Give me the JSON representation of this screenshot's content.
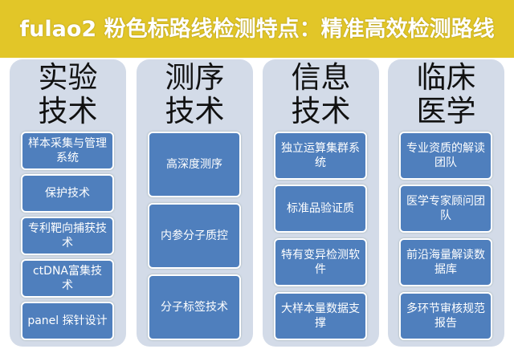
{
  "columns": [
    {
      "title": "实验\n技术",
      "items": [
        "样本采集与管理系统",
        "保护技术",
        "专利靶向捕获技术",
        "ctDNA富集技术",
        "panel 探针设计"
      ]
    },
    {
      "title": "测序\n技术",
      "items": [
        "高深度测序",
        "内参分子质控",
        "分子标签技术"
      ]
    },
    {
      "title": "信息\n技术",
      "items": [
        "独立运算集群系统",
        "标准品验证质",
        "特有变异检测软件",
        "大样本量数据支撑"
      ]
    },
    {
      "title": "临床\n医学",
      "items": [
        "专业资质的解读团队",
        "医学专家顾问团队",
        "前沿海量解读数据库",
        "多环节审核规范报告"
      ]
    }
  ],
  "banner": {
    "title": "fulao2 粉色标路线检测特点：精准高效检测路线"
  },
  "colors": {
    "box": "#4f7fbd",
    "panel": "#d3dbe8",
    "banner": "#e2c628"
  }
}
